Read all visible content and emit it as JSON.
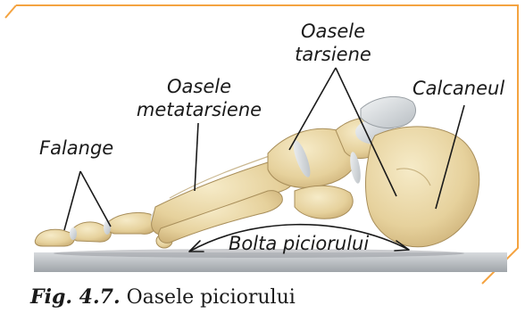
{
  "labels": {
    "falange": "Falange",
    "metatarsiene_line1": "Oasele",
    "metatarsiene_line2": "metatarsiene",
    "tarsiene_line1": "Oasele",
    "tarsiene_line2": "tarsiene",
    "calcaneul": "Calcaneul",
    "bolta": "Bolta piciorului"
  },
  "caption": {
    "number": "Fig. 4.7.",
    "text": " Oasele piciorului"
  },
  "colors": {
    "frame": "#f4a340",
    "bone": "#e8d6a4",
    "bone_shadow": "#c9b07a",
    "cartilage": "#dfe2e4",
    "ground": "#b9bdc2"
  }
}
